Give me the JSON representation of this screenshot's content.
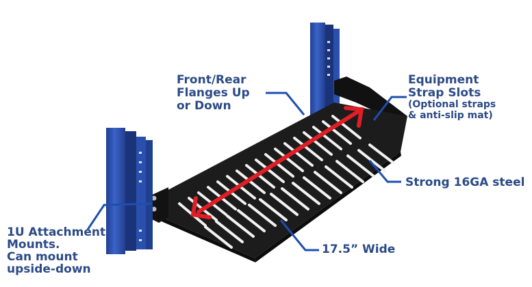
{
  "callouts": {
    "flanges": {
      "lines": [
        "Front/Rear",
        "Flanges Up",
        "or Down"
      ]
    },
    "strap_slots": {
      "title_lines": [
        "Equipment",
        "Strap Slots"
      ],
      "note_lines": [
        "(Optional straps",
        "& anti-slip mat)"
      ]
    },
    "steel": {
      "text": "Strong 16GA steel"
    },
    "width": {
      "text": "17.5” Wide"
    },
    "attachment": {
      "lines": [
        "1U Attachment",
        "Mounts.",
        "Can mount",
        "upside-down"
      ]
    }
  },
  "colors": {
    "rail_blue": "#2f56b8",
    "shelf_black": "#1c1c1c",
    "arrow_red": "#e01e25",
    "callout_text": "#2b4a86",
    "leader_line": "#1d4fb0"
  }
}
